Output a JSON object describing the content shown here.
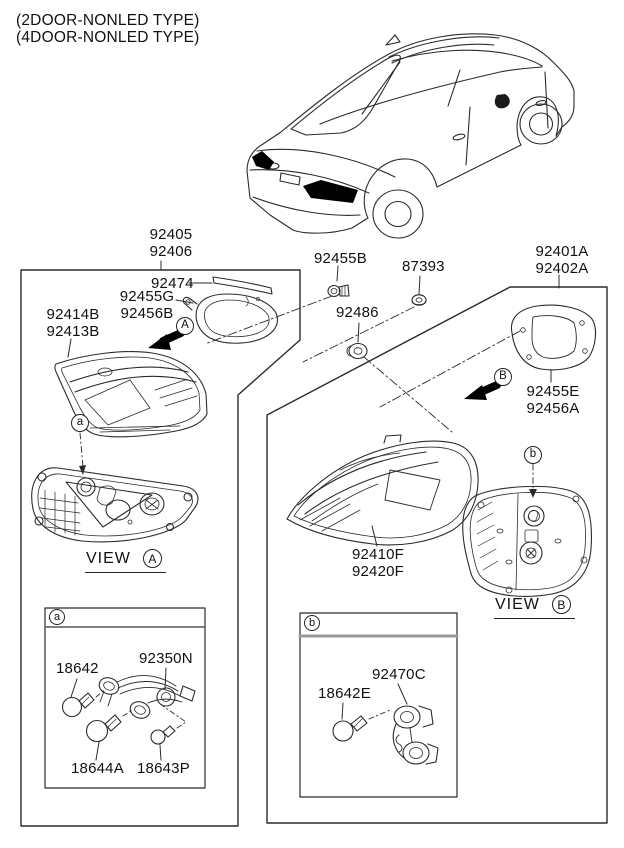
{
  "header": {
    "line1": "(2DOOR-NONLED TYPE)",
    "line2": "(4DOOR-NONLED TYPE)"
  },
  "parts": {
    "lamp_assy_inner": {
      "line1": "92405",
      "line2": "92406"
    },
    "screw": "92455B",
    "nut": "87393",
    "lamp_assy_outer": {
      "line1": "92401A",
      "line2": "92402A"
    },
    "pad": "92474",
    "gasket_inner": {
      "line1": "92455G",
      "line2": "92456B"
    },
    "lamp_inner": {
      "line1": "92414B",
      "line2": "92413B"
    },
    "grommet": "92486",
    "gasket_outer": {
      "line1": "92455E",
      "line2": "92456A"
    },
    "lamp_outer": {
      "line1": "92410F",
      "line2": "92420F"
    },
    "harness": "92350N",
    "bulb_large_a": "18642",
    "bulb_large_b": "18644A",
    "bulb_small": "18643P",
    "bulb_holder": "92470C",
    "bulb_outer": "18642E"
  },
  "views": {
    "a": {
      "word": "VIEW",
      "letter": "A"
    },
    "b": {
      "word": "VIEW",
      "letter": "B"
    }
  },
  "markers": {
    "view_a_ref": "A",
    "view_b_ref": "B",
    "detail_a_ref": "a",
    "detail_b_ref": "b",
    "subbox_a": "a",
    "subbox_b": "b"
  },
  "colors": {
    "line": "#2b2b2b",
    "text": "#111111",
    "background": "#ffffff",
    "lamp_fill": "#000000"
  }
}
